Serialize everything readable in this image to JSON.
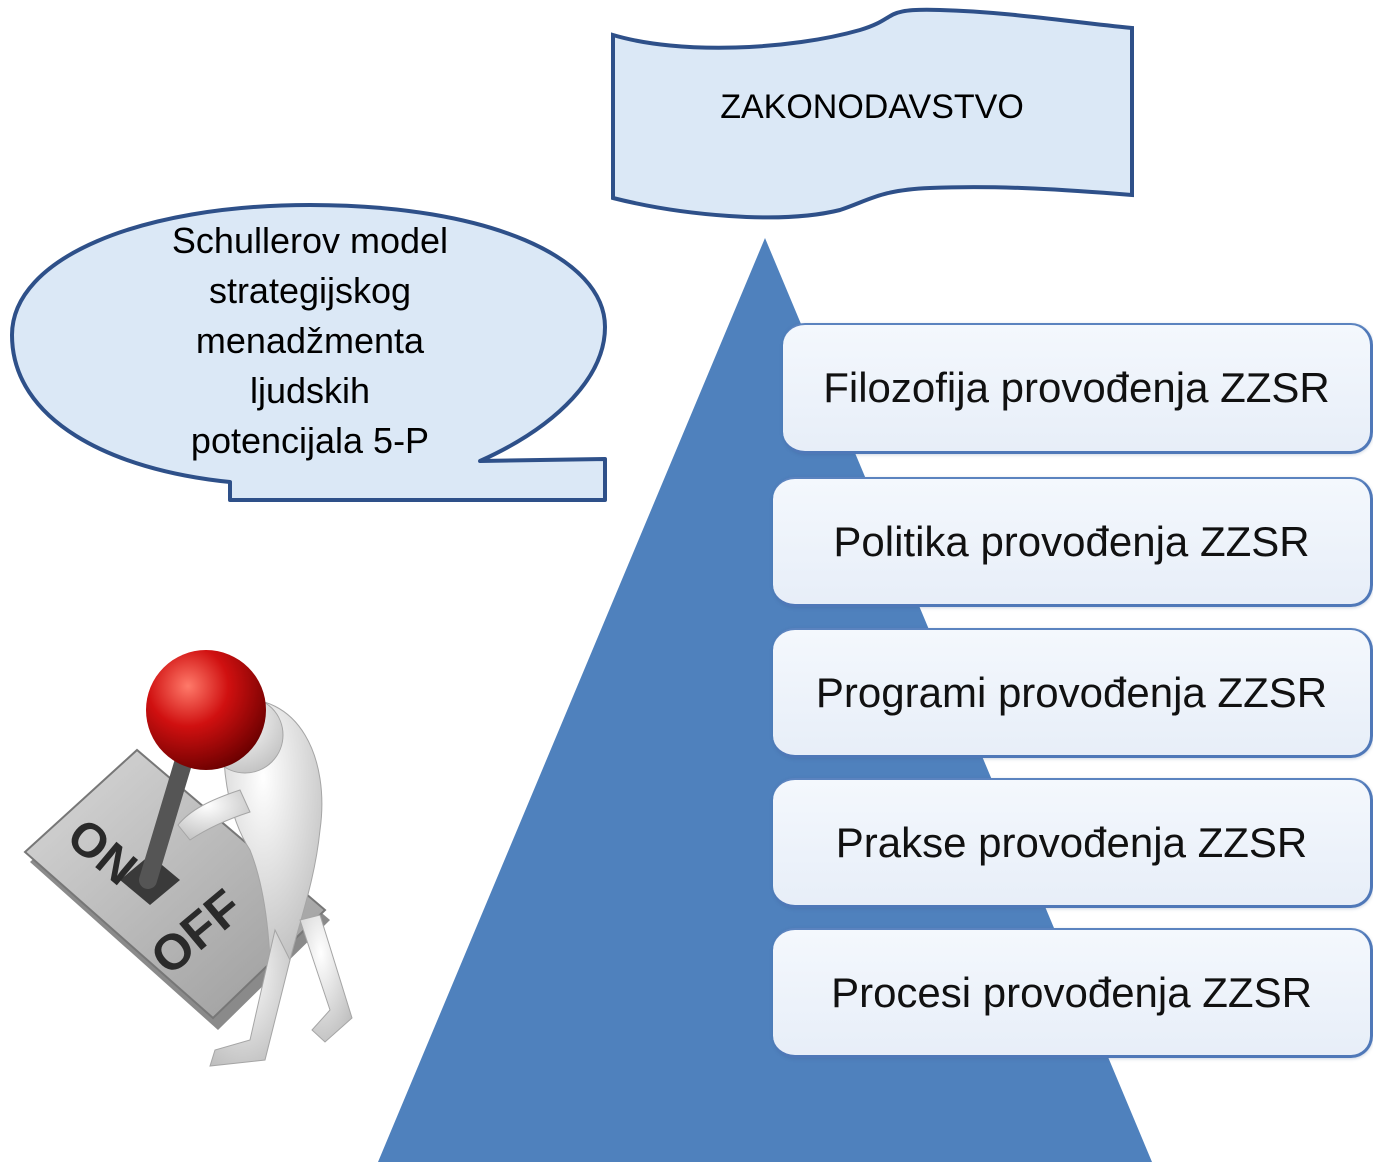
{
  "banner": {
    "label": "ZAKONODAVSTVO"
  },
  "bubble": {
    "lines": [
      "Schullerov model",
      "strategijskog",
      "menadžmenta",
      "ljudskih",
      "potencijala 5-P"
    ]
  },
  "pyramid": {
    "color": "#4f81bd",
    "levels": [
      {
        "label": "Filozofija provođenja ZZSR"
      },
      {
        "label": "Politika provođenja ZZSR"
      },
      {
        "label": "Programi provođenja ZZSR"
      },
      {
        "label": "Prakse provođenja ZZSR"
      },
      {
        "label": "Procesi provođenja ZZSR"
      }
    ]
  },
  "illustration": {
    "switch_on": "ON",
    "switch_off": "OFF",
    "ball_color": "#d01010",
    "figure_color": "#e6e6e6"
  },
  "colors": {
    "shape_fill": "#dbe8f6",
    "shape_stroke": "#2e5089"
  }
}
